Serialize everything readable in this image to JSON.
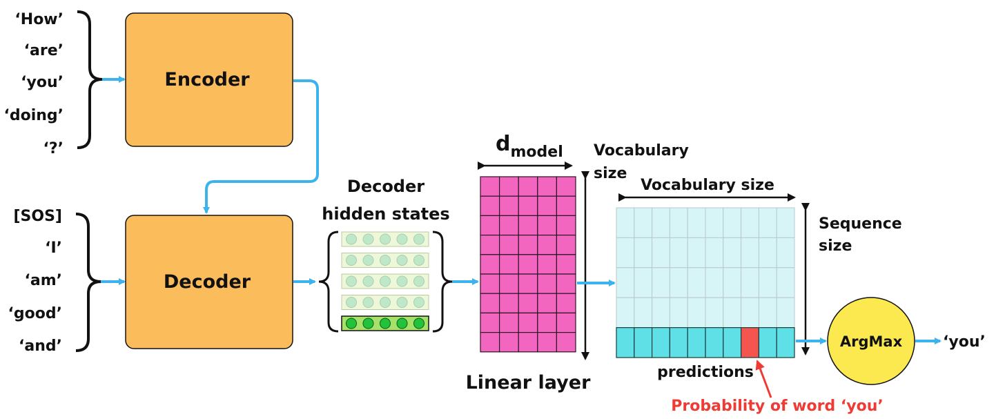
{
  "encoder": {
    "title": "Encoder",
    "inputs": [
      "‘How’",
      "‘are’",
      "‘you’",
      "‘doing’",
      "‘?’"
    ]
  },
  "decoder": {
    "title": "Decoder",
    "inputs": [
      "[SOS]",
      "‘I’",
      "‘am’",
      "‘good’",
      "‘and’"
    ]
  },
  "hidden_states": {
    "title_line1": "Decoder",
    "title_line2": "hidden states",
    "vectors": 5,
    "units_per_vector": 5
  },
  "linear_layer": {
    "title": "Linear layer",
    "width_label_main": "d",
    "width_label_sub": "model",
    "height_label_line1": "Vocabulary",
    "height_label_line2": "size",
    "rows": 9,
    "cols": 5
  },
  "output_grid": {
    "top_label": "Vocabulary size",
    "side_label_line1": "Sequence",
    "side_label_line2": "size",
    "bottom_label": "predictions",
    "rows": 5,
    "cols": 10,
    "highlighted_col": 7
  },
  "argmax": {
    "label": "ArgMax",
    "output": "‘you’"
  },
  "annotation": {
    "text": "Probability of word ‘you’"
  },
  "colors": {
    "block_fill": "#fbbc5c",
    "arrow": "#3db3ee",
    "linear_cell": "#f266c0",
    "grid_light": "#d7f4f7",
    "grid_last_row": "#5fe0e6",
    "highlight": "#f4564f",
    "argmax_fill": "#fbe94f",
    "hidden_row_light": "#eef8d8",
    "hidden_dot_light": "#bfe8c8",
    "hidden_row_last": "#a6e26a",
    "hidden_dot_last": "#22c33a",
    "annotation_text": "#ef3b36"
  }
}
